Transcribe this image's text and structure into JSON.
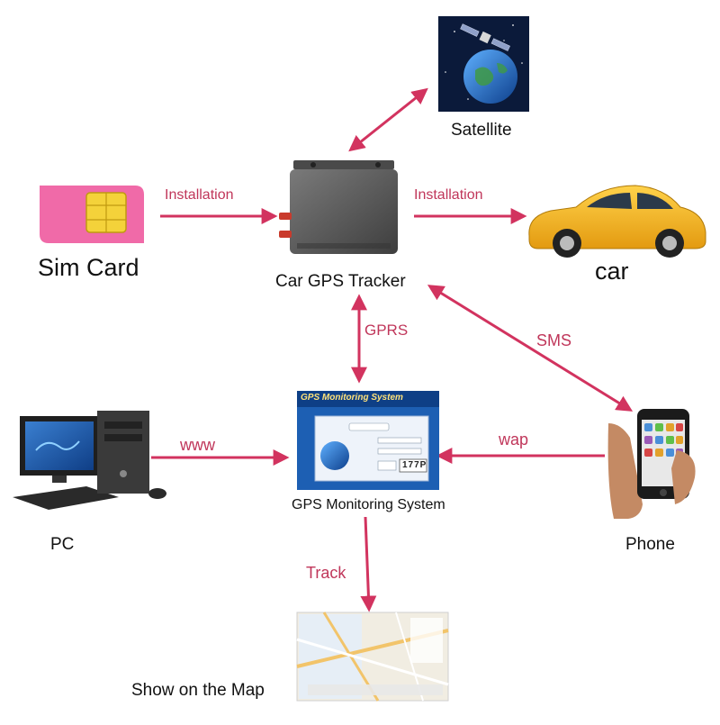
{
  "nodes": {
    "satellite": {
      "label": "Satellite"
    },
    "sim_card": {
      "label": "Sim Card"
    },
    "tracker": {
      "label": "Car GPS Tracker"
    },
    "car": {
      "label": "car"
    },
    "pc": {
      "label": "PC"
    },
    "monitoring": {
      "label": "GPS Monitoring System",
      "screen_title": "GPS Monitoring System",
      "code": "177P"
    },
    "phone": {
      "label": "Phone"
    },
    "map": {
      "label": "Show on the Map"
    }
  },
  "edges": {
    "sim_install": "Installation",
    "car_install": "Installation",
    "gprs": "GPRS",
    "sms": "SMS",
    "www": "www",
    "wap": "wap",
    "track": "Track"
  },
  "colors": {
    "arrow": "#d2335f",
    "edge_label": "#c0365a",
    "sim": "#f06aa8",
    "car_body": "#f2b21c",
    "tracker": "#5e5e5e",
    "sky": "#0b1a3a"
  }
}
